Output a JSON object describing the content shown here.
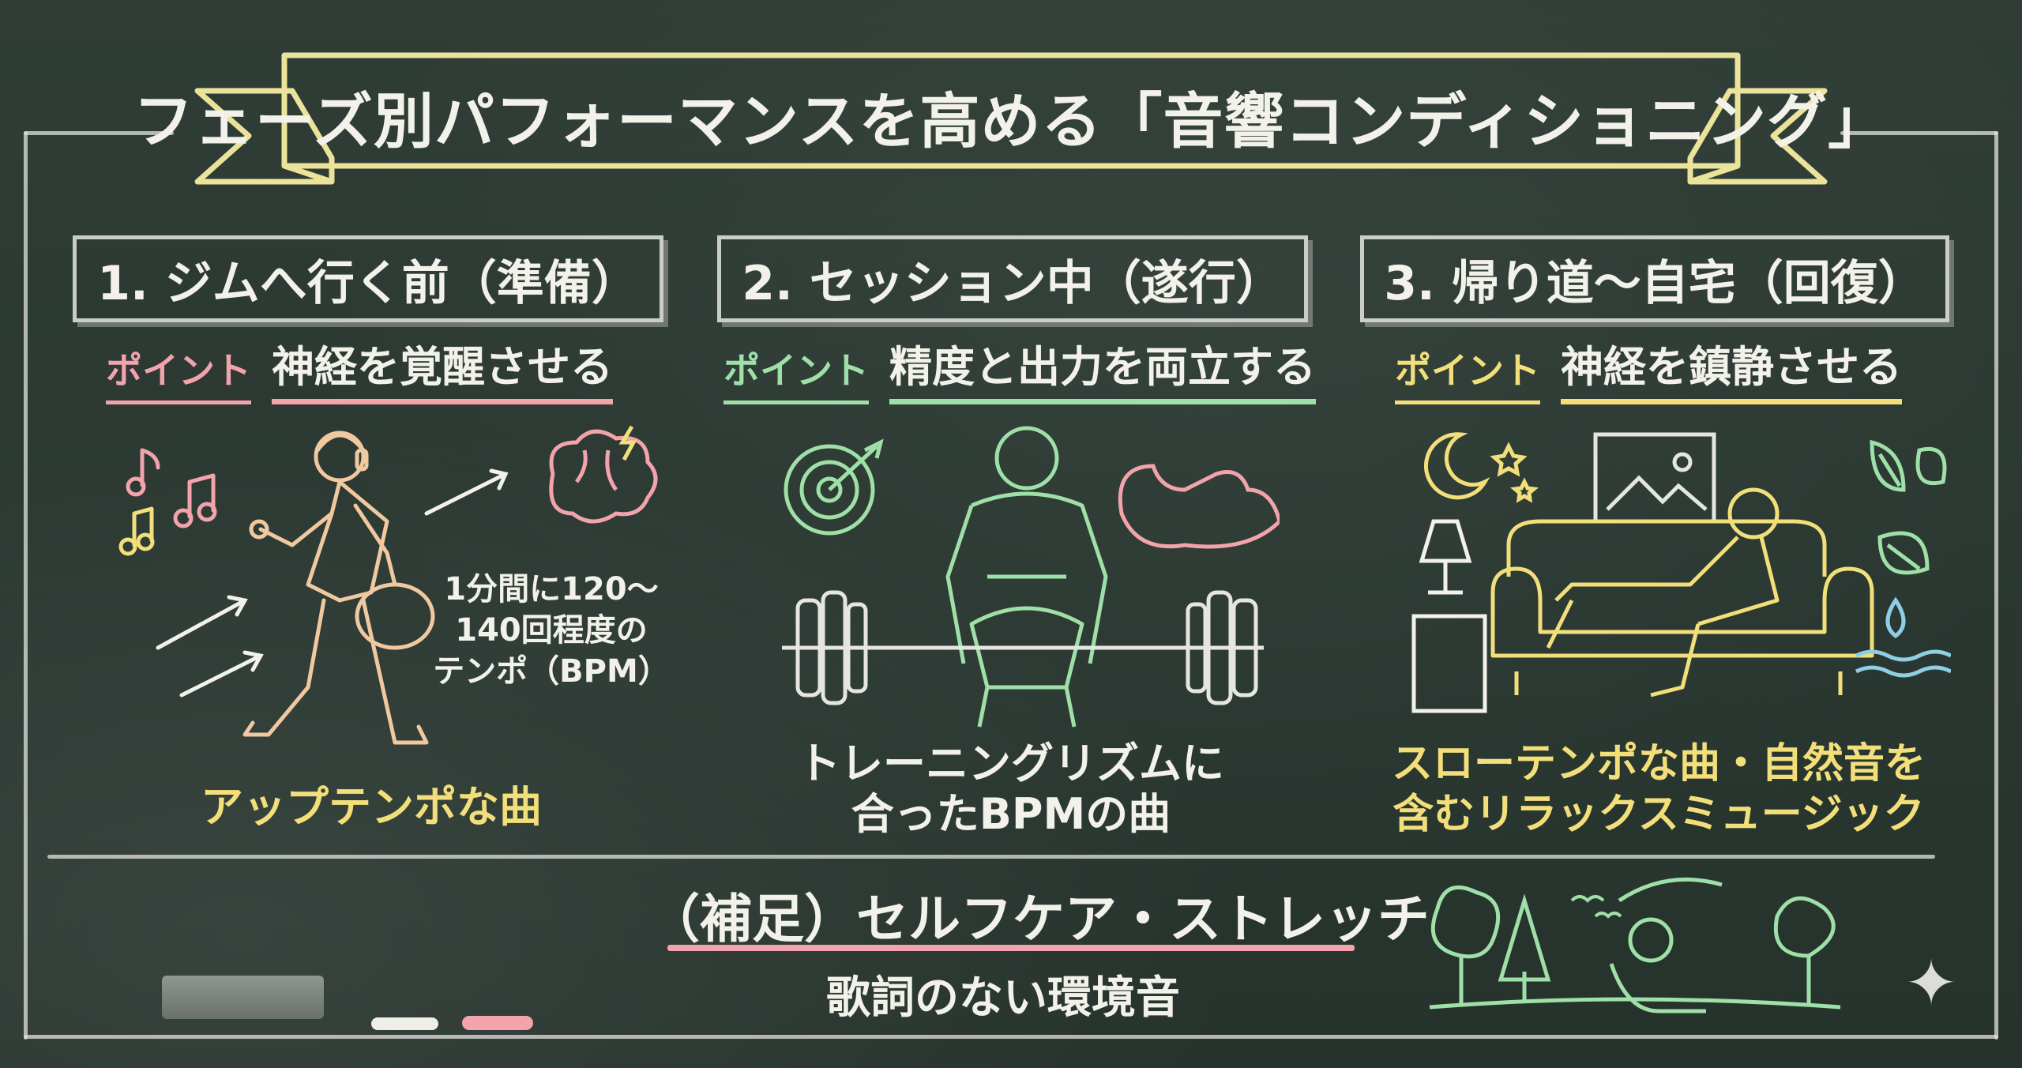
{
  "title": "フェーズ別パフォーマンスを高める「音響コンディショニング」",
  "point_label": "ポイント",
  "colors": {
    "pink": "#f2a3ab",
    "green": "#9ee0a8",
    "yellow": "#f3df7a",
    "chalk": "#f2f1ea"
  },
  "phases": [
    {
      "heading": "1. ジムへ行く前（準備）",
      "point": "神経を覚醒させる",
      "note_lines": [
        "1分間に120～",
        "140回程度の",
        "テンポ（BPM）"
      ],
      "caption_lines": [
        "アップテンポな曲"
      ],
      "icons": [
        "music-notes-icon",
        "walking-man-icon",
        "brain-icon",
        "arrows-icon"
      ]
    },
    {
      "heading": "2. セッション中（遂行）",
      "point": "精度と出力を両立する",
      "caption_lines": [
        "トレーニングリズムに",
        "合ったBPMの曲"
      ],
      "icons": [
        "target-icon",
        "deadlift-man-icon",
        "flexed-arm-icon"
      ]
    },
    {
      "heading": "3. 帰り道～自宅（回復）",
      "point": "神経を鎮静させる",
      "caption_lines": [
        "スローテンポな曲・自然音を",
        "含むリラックスミュージック"
      ],
      "icons": [
        "moon-stars-icon",
        "picture-frame-icon",
        "lamp-icon",
        "sofa-man-icon",
        "leaf-icon",
        "water-drop-icon"
      ]
    }
  ],
  "footer": {
    "title": "（補足）セルフケア・ストレッチ",
    "subtitle": "歌詞のない環境音",
    "icons": [
      "trees-icon",
      "stretching-person-icon",
      "birds-icon"
    ]
  }
}
